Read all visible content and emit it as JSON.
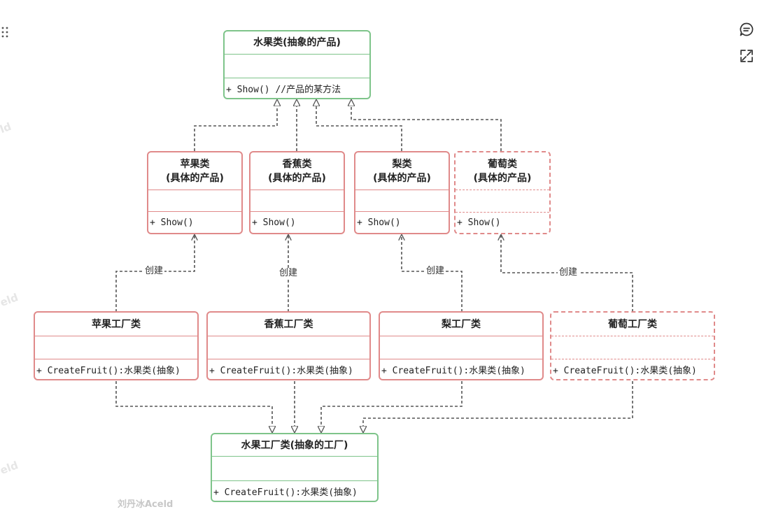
{
  "abstract_product": {
    "title": "水果类(抽象的产品)",
    "method": "+ Show() //产品的某方法"
  },
  "products": [
    {
      "line1": "苹果类",
      "line2": "(具体的产品)",
      "method": "+ Show()"
    },
    {
      "line1": "香蕉类",
      "line2": "(具体的产品)",
      "method": "+ Show()"
    },
    {
      "line1": "梨类",
      "line2": "(具体的产品)",
      "method": "+ Show()"
    },
    {
      "line1": "葡萄类",
      "line2": "(具体的产品)",
      "method": "+ Show()"
    }
  ],
  "factories": [
    {
      "title": "苹果工厂类",
      "method": "+ CreateFruit():水果类(抽象)"
    },
    {
      "title": "香蕉工厂类",
      "method": "+ CreateFruit():水果类(抽象)"
    },
    {
      "title": "梨工厂类",
      "method": "+ CreateFruit():水果类(抽象)"
    },
    {
      "title": "葡萄工厂类",
      "method": "+ CreateFruit():水果类(抽象)"
    }
  ],
  "abstract_factory": {
    "title": "水果工厂类(抽象的工厂)",
    "method": "+ CreateFruit():水果类(抽象)"
  },
  "edge_labels": {
    "create": "创建"
  },
  "watermark": "刘丹冰Aceld",
  "watermark_fragments": [
    "ld",
    "eld",
    "eld"
  ],
  "icons": [
    "drag-grip-icon",
    "comment-icon",
    "expand-icon"
  ],
  "colors": {
    "abstract_border": "#7ec48a",
    "concrete_border": "#e08a8a",
    "connector": "#555555"
  }
}
